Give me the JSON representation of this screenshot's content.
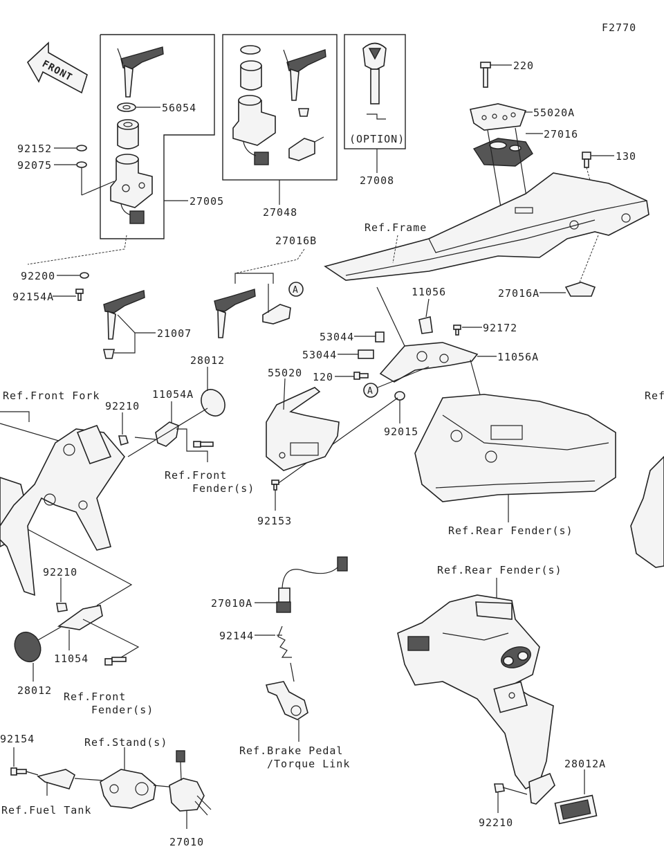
{
  "figure_code": "F2770",
  "front_label": "FRONT",
  "option_label": "(OPTION)",
  "part_numbers": {
    "p220": "220",
    "p130": "130",
    "p56054": "56054",
    "p92152": "92152",
    "p92075": "92075",
    "p27005": "27005",
    "p27048": "27048",
    "p27008": "27008",
    "p55020A": "55020A",
    "p27016": "27016",
    "p27016B": "27016B",
    "p27016A": "27016A",
    "p92200": "92200",
    "p92154A": "92154A",
    "p21007": "21007",
    "p11056": "11056",
    "p92172": "92172",
    "p53044a": "53044",
    "p53044b": "53044",
    "p11056A": "11056A",
    "p120": "120",
    "p28012a": "28012",
    "p55020": "55020",
    "p92210a": "92210",
    "p11054A": "11054A",
    "p92015": "92015",
    "p92153": "92153",
    "p92210b": "92210",
    "p11054": "11054",
    "p28012b": "28012",
    "p27010A": "27010A",
    "p92144": "92144",
    "p92154": "92154",
    "p27010": "27010",
    "p28012A": "28012A",
    "p92210c": "92210"
  },
  "references": {
    "frame": "Ref.Frame",
    "front_fork": "Ref.Front Fork",
    "front_fender_1a": "Ref.Front",
    "front_fender_1b": "Fender(s)",
    "front_fender_2a": "Ref.Front",
    "front_fender_2b": "Fender(s)",
    "rear_fender_1": "Ref.Rear Fender(s)",
    "rear_fender_2": "Ref.Rear Fender(s)",
    "brake_pedal_a": "Ref.Brake Pedal",
    "brake_pedal_b": "/Torque Link",
    "stand": "Ref.Stand(s)",
    "fuel_tank": "Ref.Fuel Tank",
    "right_edge_ref": "Ref"
  },
  "markers": {
    "a1": "A",
    "a2": "A"
  }
}
